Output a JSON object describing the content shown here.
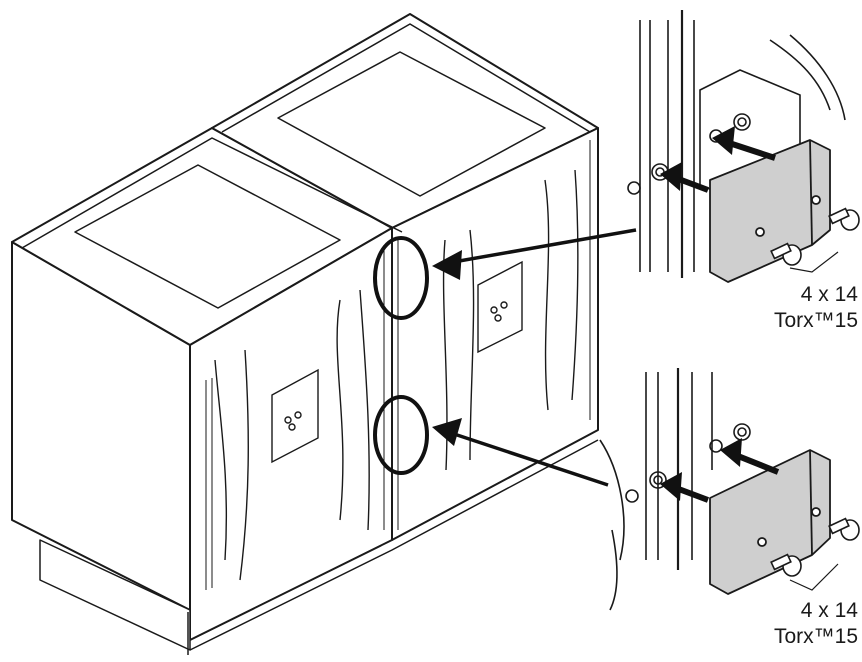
{
  "callouts": [
    {
      "quantity": "4 x 14",
      "tool": "Torx™15"
    },
    {
      "quantity": "4 x 14",
      "tool": "Torx™15"
    }
  ],
  "colors": {
    "line": "#1a1a1a",
    "bracket_fill": "#cfcfcf",
    "arrow": "#111111",
    "background": "#ffffff"
  }
}
